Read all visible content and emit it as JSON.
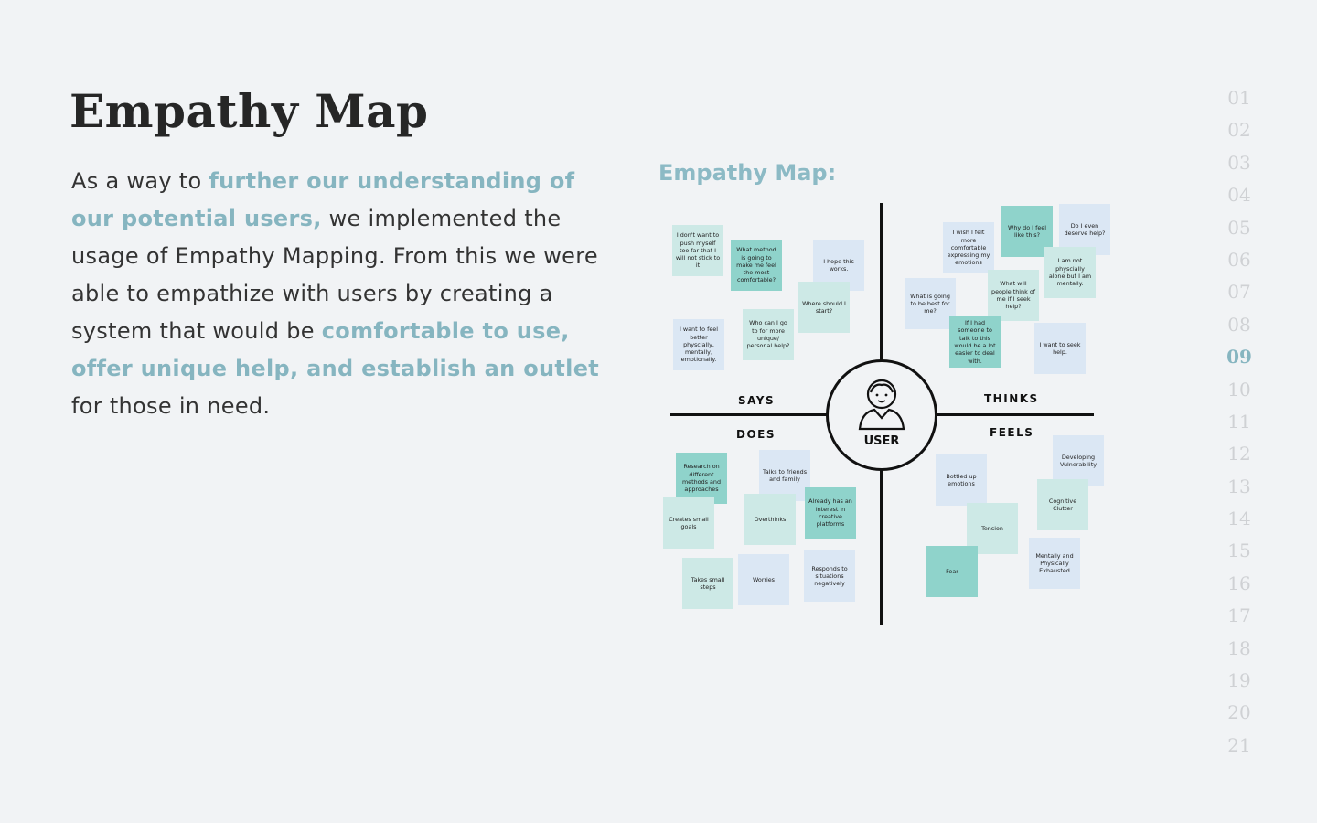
{
  "page": {
    "title": "Empathy Map",
    "intro": {
      "t1": "As a way to ",
      "h1": "further our understanding of our potential users,",
      "t2": " we implemented the usage of Empathy Mapping. From this we were able to empathize with users by creating a system that would be ",
      "h2": "comfortable to use, offer unique help, and establish an outlet",
      "t3": " for those in need."
    },
    "highlight_color": "#86b5c0"
  },
  "map": {
    "title": "Empathy Map:",
    "center_label": "USER",
    "quadrants": {
      "says": "SAYS",
      "thinks": "THINKS",
      "does": "DOES",
      "feels": "FEELS"
    },
    "notes": {
      "says": [
        "I don't want to push myself too far that I will not stick to it",
        "What method is going to make me feel the most comfortable?",
        "I hope this works.",
        "Where should I start?",
        "I want to feel better physcially, mentally, emotionally.",
        "Who can I go to for more unique/ personal help?"
      ],
      "thinks": [
        "I wish I felt more comfortable expressing my emotions",
        "Why do I feel like this?",
        "Do I even deserve help?",
        "I am not physcially alone but I am mentally.",
        "What will people think of me if I seek help?",
        "What is going to be best for me?",
        "If I had someone to talk to this would be a lot easier to deal with.",
        "I want to seek help."
      ],
      "does": [
        "Research on different methods and approaches",
        "Talks to friends and family",
        "Creates small goals",
        "Overthinks",
        "Already has an interest in creative platforms",
        "Takes small steps",
        "Worries",
        "Responds to situations negatively"
      ],
      "feels": [
        "Developing Vulnerability",
        "Bottled up emotions",
        "Cognitive Clutter",
        "Tension",
        "Fear",
        "Mentally and Physically Exhausted"
      ]
    },
    "note_colors": {
      "teal": "#8fd3cb",
      "mint": "#cde9e6",
      "blue": "#dbe7f4"
    }
  },
  "nav": {
    "items": [
      "01",
      "02",
      "03",
      "04",
      "05",
      "06",
      "07",
      "08",
      "09",
      "10",
      "11",
      "12",
      "13",
      "14",
      "15",
      "16",
      "17",
      "18",
      "19",
      "20",
      "21"
    ],
    "active": "09"
  }
}
